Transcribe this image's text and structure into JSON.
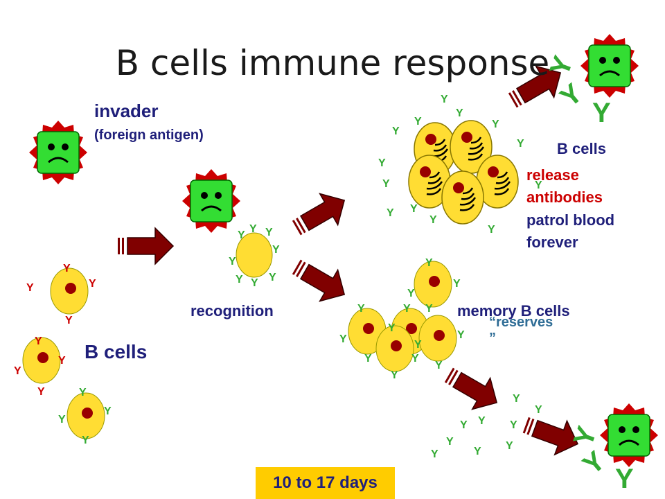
{
  "slide": {
    "title": "B cells immune response",
    "invader_label": "invader",
    "invader_sublabel": "(foreign antigen)",
    "bcells_left_label": "B cells",
    "recognition_label": "recognition",
    "plasma_bcells_label": "B cells",
    "release_label": "release",
    "antibodies_label": "antibodies",
    "patrol_label": "patrol blood",
    "forever_label": "forever",
    "memory_label": "memory B cells",
    "reserves_open": "“reserves",
    "reserves_close": "”",
    "duration_label": "10 to 17 days",
    "antibody_glyph": "Y"
  },
  "colors": {
    "antigen_body": "#33cc33",
    "antigen_spikes": "#cc0000",
    "bcell_body": "#ffdd33",
    "nucleus": "#990000",
    "arrow": "#800000",
    "antibody": "#33aa33",
    "badge": "#ffcc00",
    "text_dark": "#1f1f7a",
    "text_red": "#cc0000"
  },
  "icons": [
    "frowning-antigen-icon",
    "b-cell-icon",
    "plasma-cell-icon",
    "arrow-icon",
    "antibody-icon"
  ]
}
